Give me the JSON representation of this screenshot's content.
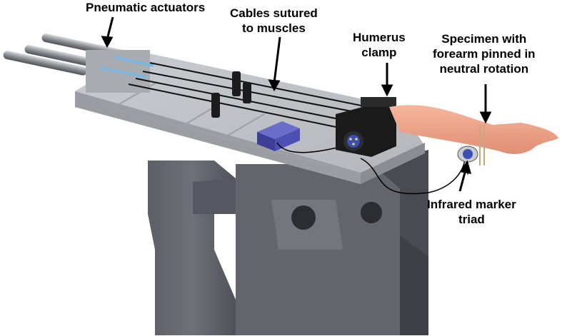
{
  "labels": {
    "actuators": "Pneumatic actuators",
    "cables": "Cables sutured\nto muscles",
    "humerus": "Humerus\nclamp",
    "specimen": "Specimen with\nforearm pinned in\nneutral rotation",
    "marker": "Infrared marker\ntriad"
  },
  "colors": {
    "frame": "#5a5d63",
    "platform": "#bcbfc4",
    "block": "#4a4ea8",
    "skin": "#f0a58a",
    "clamp": "#1a1a1a",
    "cable_tube": "#7fb6dd"
  }
}
